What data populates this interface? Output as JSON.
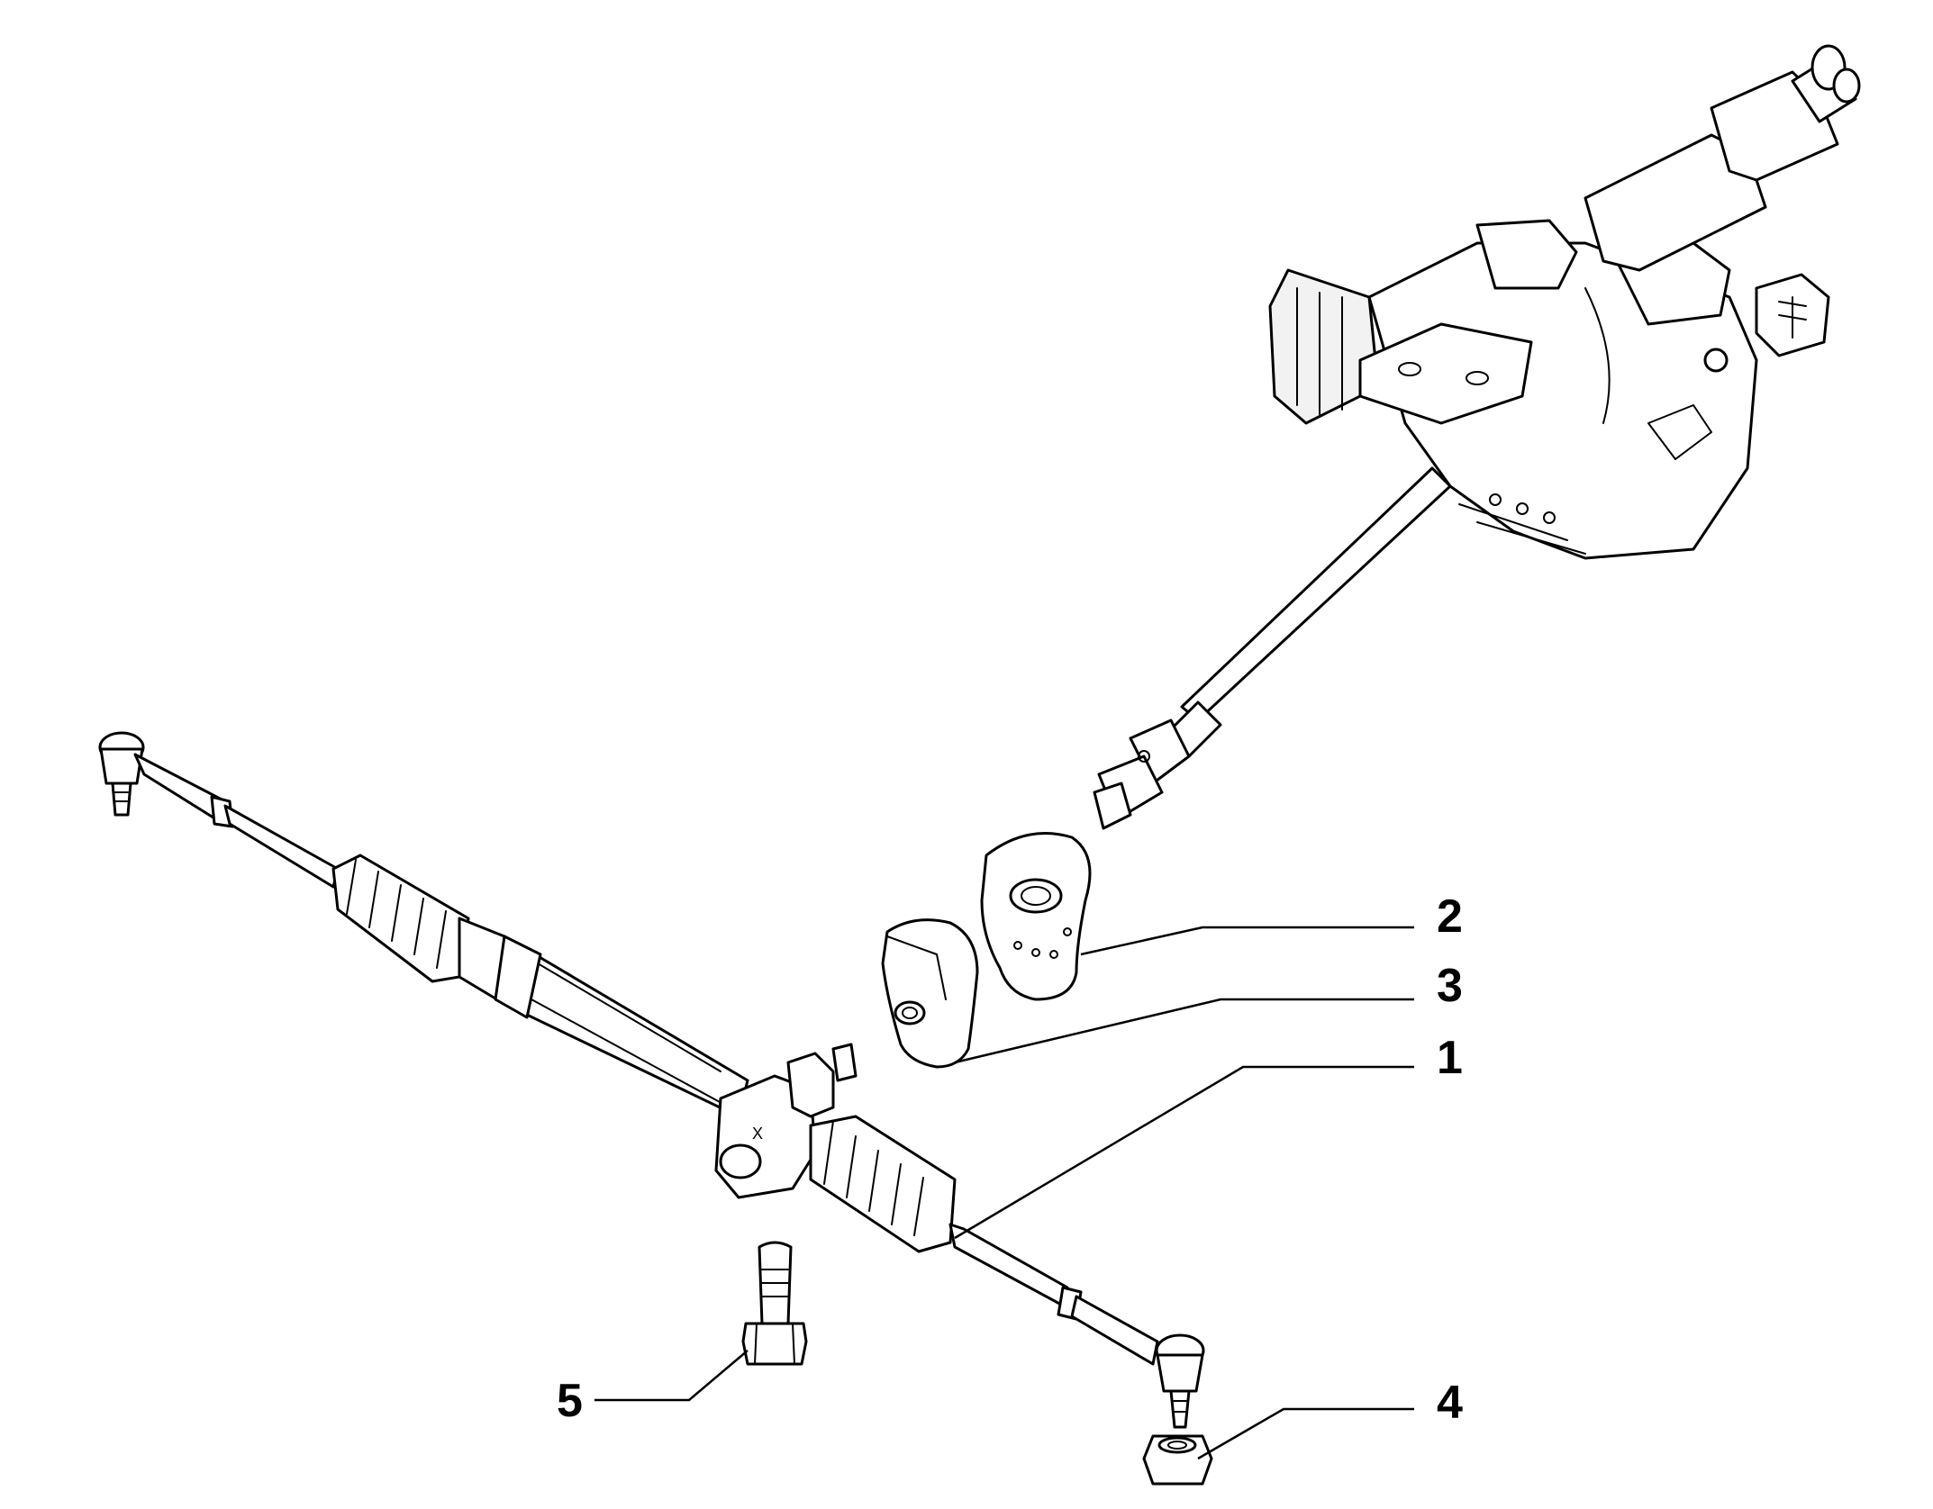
{
  "diagram": {
    "callouts": [
      {
        "id": "callout-1",
        "label": "1"
      },
      {
        "id": "callout-2",
        "label": "2"
      },
      {
        "id": "callout-3",
        "label": "3"
      },
      {
        "id": "callout-4",
        "label": "4"
      },
      {
        "id": "callout-5",
        "label": "5"
      }
    ],
    "rack_mark": "X"
  }
}
